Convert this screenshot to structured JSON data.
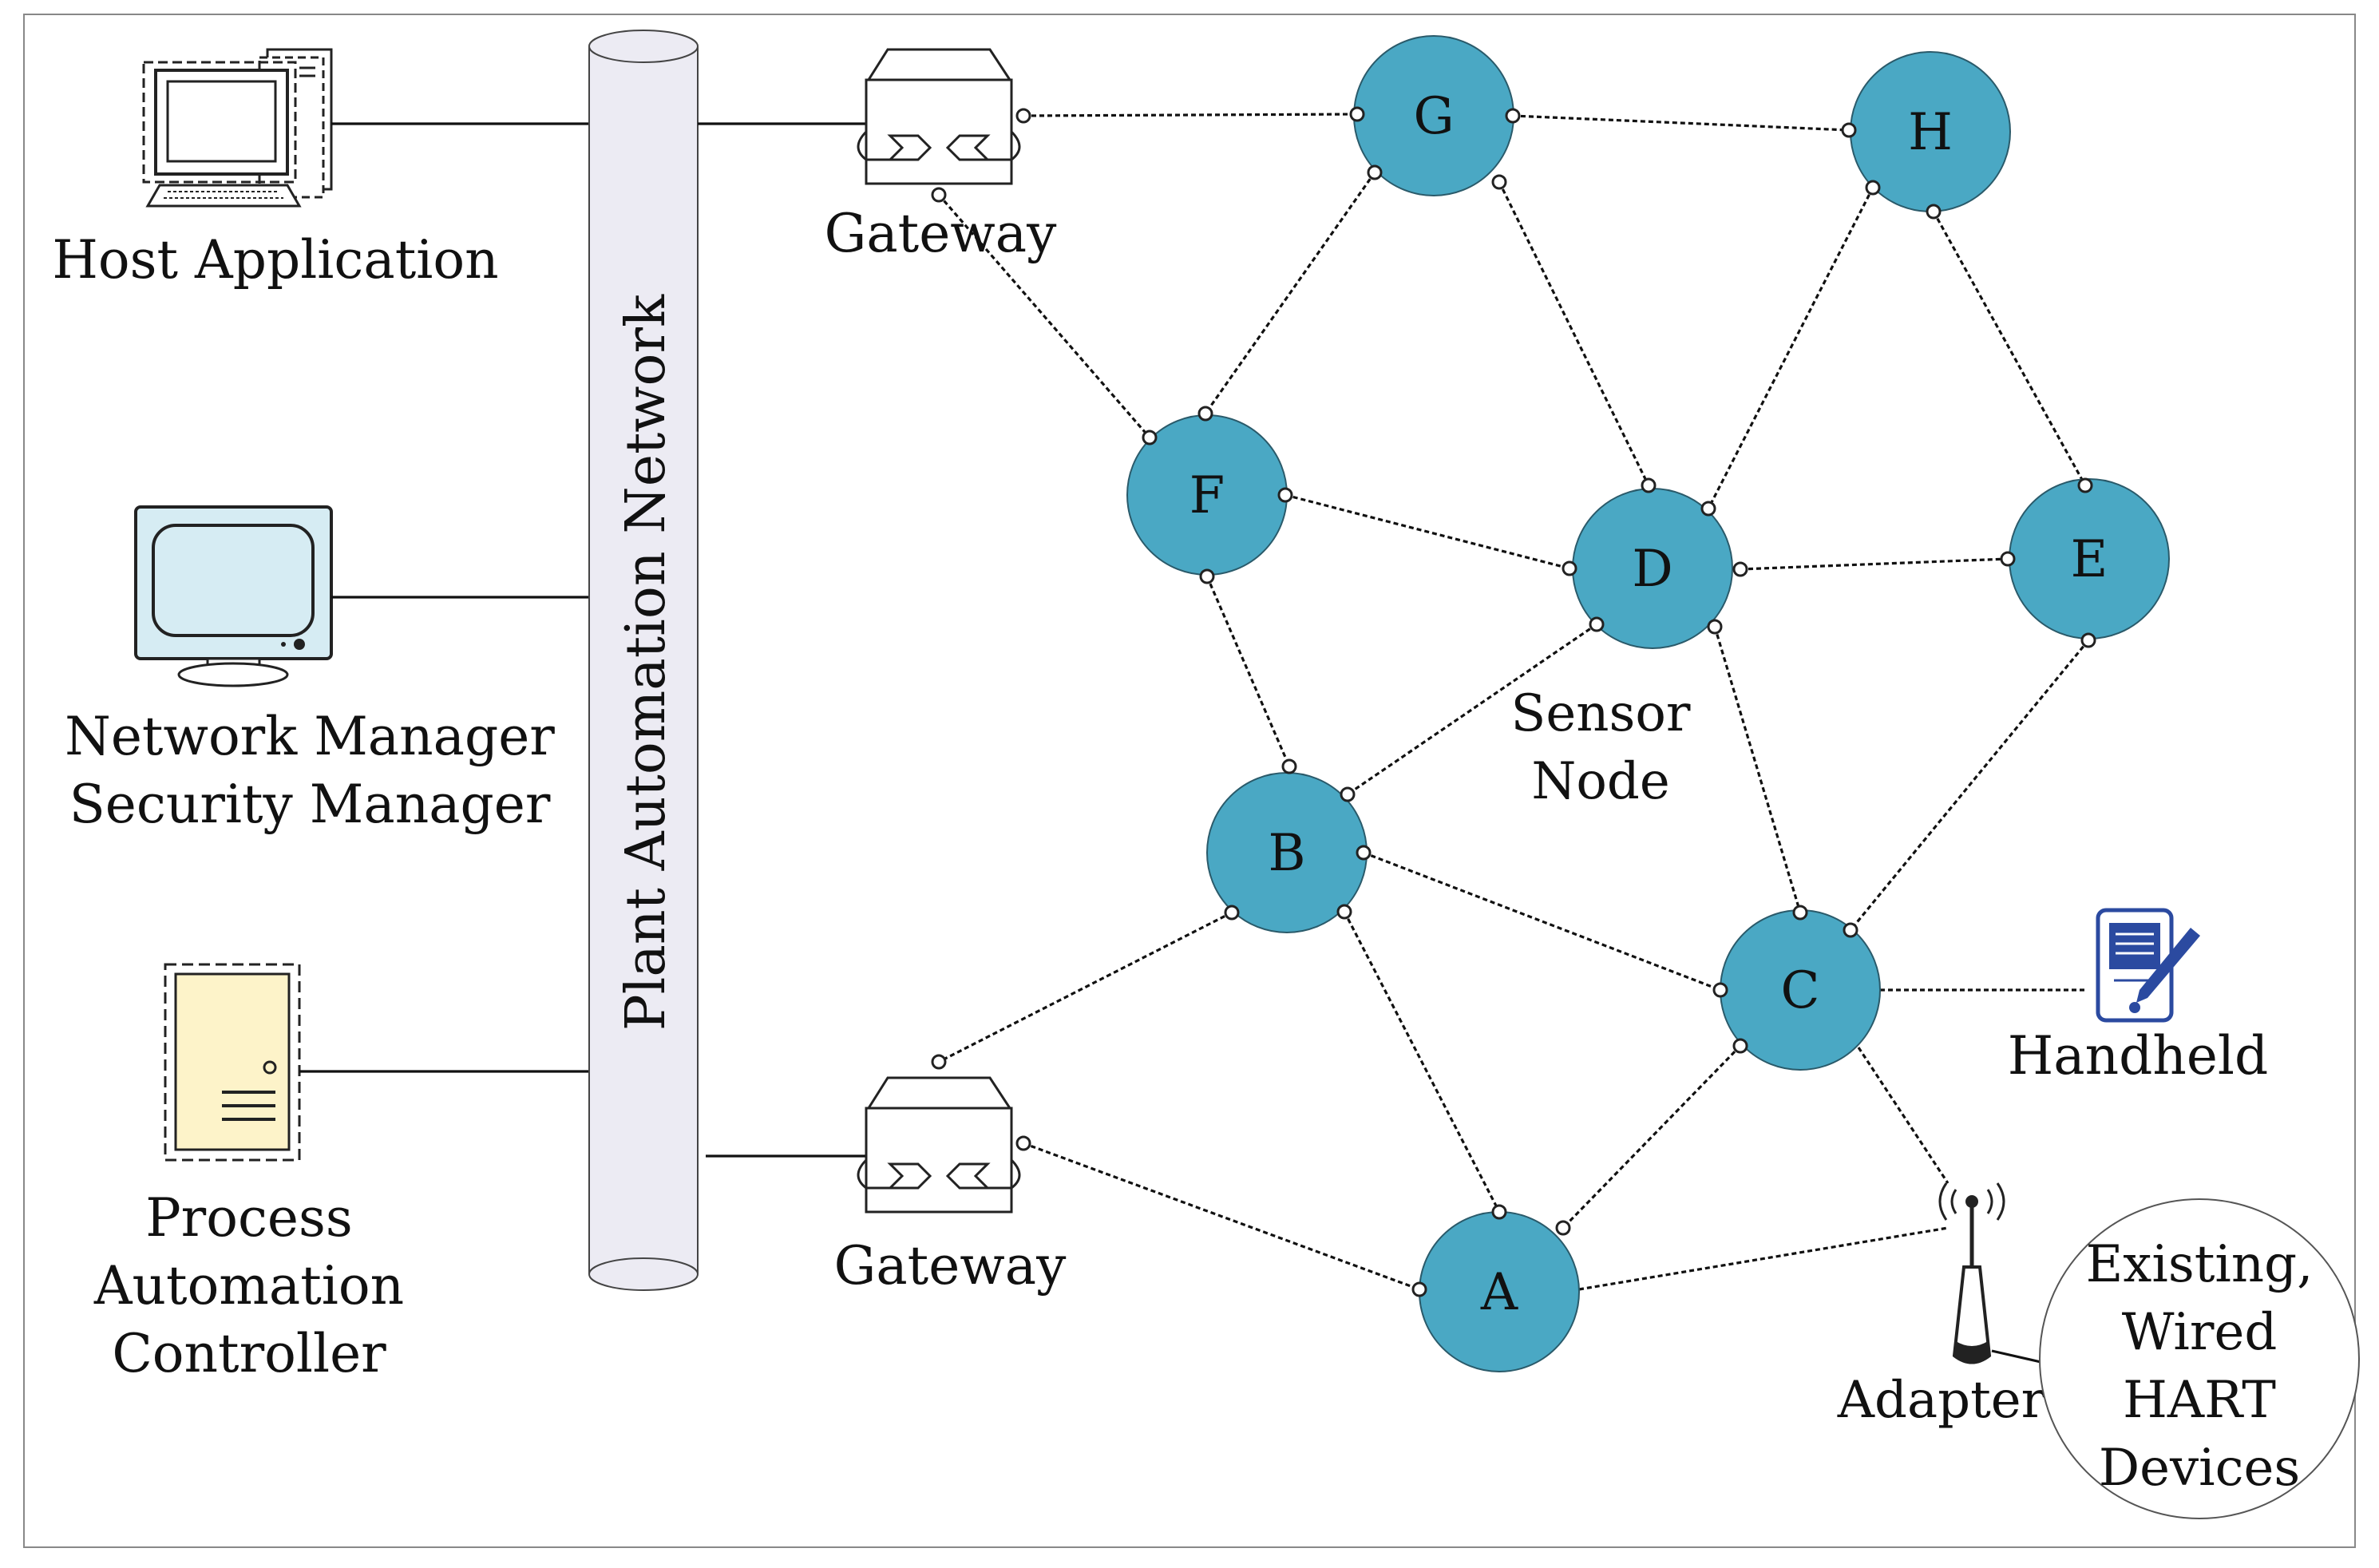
{
  "labels": {
    "host_application": "Host Application",
    "network_manager": "Network Manager",
    "security_manager": "Security Manager",
    "process_line1": "Process",
    "process_line2": "Automation",
    "process_line3": "Controller",
    "backbone": "Plant Automation Network",
    "gateway_top": "Gateway",
    "gateway_bottom": "Gateway",
    "sensor_line1": "Sensor",
    "sensor_line2": "Node",
    "handheld": "Handheld",
    "adapter": "Adapter",
    "wired_line1": "Existing,",
    "wired_line2": "Wired",
    "wired_line3": "HART",
    "wired_line4": "Devices"
  },
  "nodes": [
    {
      "id": "G",
      "label": "G"
    },
    {
      "id": "H",
      "label": "H"
    },
    {
      "id": "F",
      "label": "F"
    },
    {
      "id": "D",
      "label": "D"
    },
    {
      "id": "E",
      "label": "E"
    },
    {
      "id": "B",
      "label": "B"
    },
    {
      "id": "C",
      "label": "C"
    },
    {
      "id": "A",
      "label": "A"
    }
  ],
  "colors": {
    "node_fill": "#4aa8c4",
    "backbone_fill": "#ecebf3",
    "monitor_screen": "#d6ecf3",
    "controller_fill": "#fdf3c9",
    "handheld_accent": "#2b4aa0"
  },
  "icons": {
    "host": "desktop-computer-icon",
    "manager": "monitor-icon",
    "controller": "controller-cabinet-icon",
    "gateway": "gateway-router-icon",
    "handheld": "handheld-device-icon",
    "adapter": "wireless-adapter-icon"
  }
}
